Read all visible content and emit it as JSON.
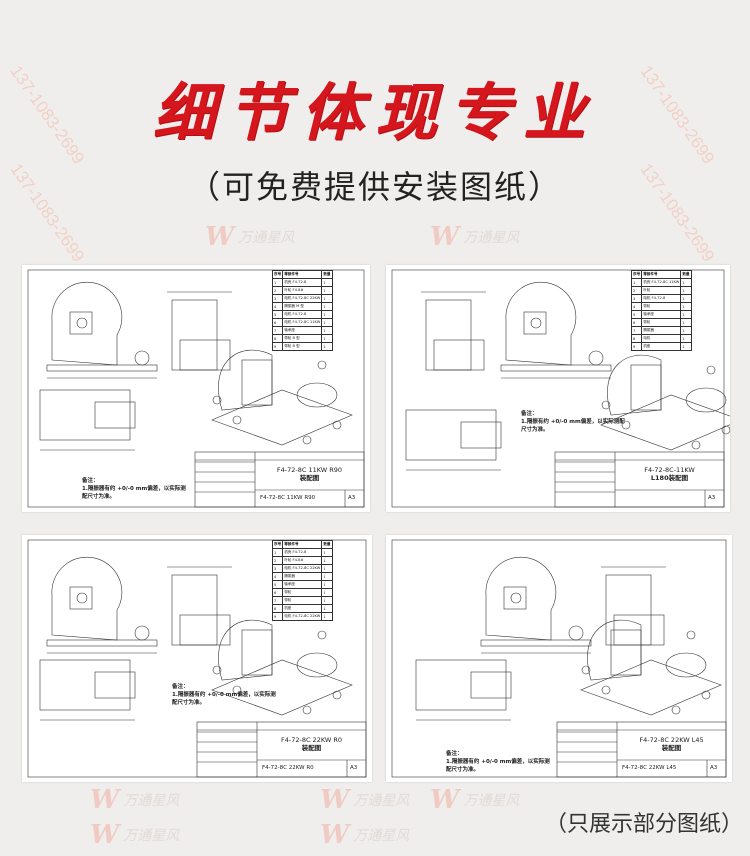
{
  "header": {
    "title": "细节体现专业",
    "subtitle": "（可免费提供安装图纸）"
  },
  "caption": "（只展示部分图纸）",
  "watermark": {
    "phone": "137-1083-2699",
    "logo_text": "万通星风"
  },
  "colors": {
    "background": "#efeeec",
    "title_red": "#d5161c",
    "watermark": "#f3c9bd"
  },
  "drawings": [
    {
      "title": "F4-72-8C 11KW R90",
      "subtitle": "装配图",
      "drawing_no": "F4-72-8C 11KW R90",
      "size": "A3",
      "note_head": "备注：",
      "note_body": "1.隔振器有约 +0/-0 mm偏差，以实际测配尺寸为准。",
      "parts_header": [
        "序号",
        "零部件号",
        "数量"
      ],
      "parts": [
        [
          "1",
          "机壳 F4-72-8",
          "1"
        ],
        [
          "2",
          "叶轮 F4-8#",
          "1"
        ],
        [
          "3",
          "电机 F4-72-8C 22KW",
          "1"
        ],
        [
          "4",
          "隔振器 M 型",
          "1"
        ],
        [
          "5",
          "电机 F4-72-8",
          "1"
        ],
        [
          "6",
          "电机 F4-72-8C 11KW",
          "1"
        ],
        [
          "7",
          "轴承座",
          "1"
        ],
        [
          "8",
          "带轮 B 型",
          "1"
        ],
        [
          "9",
          "带轮 B 型",
          "1"
        ]
      ]
    },
    {
      "title": "F4-72-8C-11KW",
      "subtitle": "L180装配图",
      "drawing_no": "",
      "size": "A3",
      "note_head": "备注：",
      "note_body": "1.隔振有约 +0/-0 mm偏差，以实际测配尺寸为准。",
      "parts_header": [
        "序号",
        "零部件号",
        "数量"
      ],
      "parts": [
        [
          "1",
          "机壳 F4-72-8C 11KW",
          "1"
        ],
        [
          "2",
          "叶轮",
          "1"
        ],
        [
          "3",
          "电机 F4-72-8",
          "1"
        ],
        [
          "4",
          "带轮",
          "1"
        ],
        [
          "5",
          "轴承座",
          "1"
        ],
        [
          "6",
          "带轮",
          "1"
        ],
        [
          "7",
          "隔振器",
          "1"
        ],
        [
          "8",
          "电机",
          "1"
        ],
        [
          "9",
          "机座",
          "1"
        ]
      ]
    },
    {
      "title": "F4-72-8C 22KW R0",
      "subtitle": "装配图",
      "drawing_no": "F4-72-8C 22KW R0",
      "size": "A3",
      "note_head": "备注：",
      "note_body": "1.隔振器有约 +0/-0 mm偏差，以实际测配尺寸为准。",
      "parts_header": [
        "序号",
        "零部件号",
        "数量"
      ],
      "parts": [
        [
          "1",
          "机壳 F4-72-8",
          "1"
        ],
        [
          "2",
          "叶轮 F4-8#",
          "1"
        ],
        [
          "3",
          "电机 F4-72-8C 22KW",
          "1"
        ],
        [
          "4",
          "隔振器",
          "1"
        ],
        [
          "5",
          "轴承座",
          "1"
        ],
        [
          "6",
          "带轮",
          "1"
        ],
        [
          "7",
          "带轮",
          "1"
        ],
        [
          "8",
          "机座",
          "1"
        ],
        [
          "9",
          "电机 F4-72-8C 22KW",
          "1"
        ]
      ]
    },
    {
      "title": "F4-72-8C 22KW L45",
      "subtitle": "装配图",
      "drawing_no": "F4-72-8C 22KW L45",
      "size": "A3",
      "note_head": "备注：",
      "note_body": "1.隔振器有约 +0/-0 mm偏差，以实际测配尺寸为准。",
      "parts_header": [],
      "parts": []
    }
  ]
}
